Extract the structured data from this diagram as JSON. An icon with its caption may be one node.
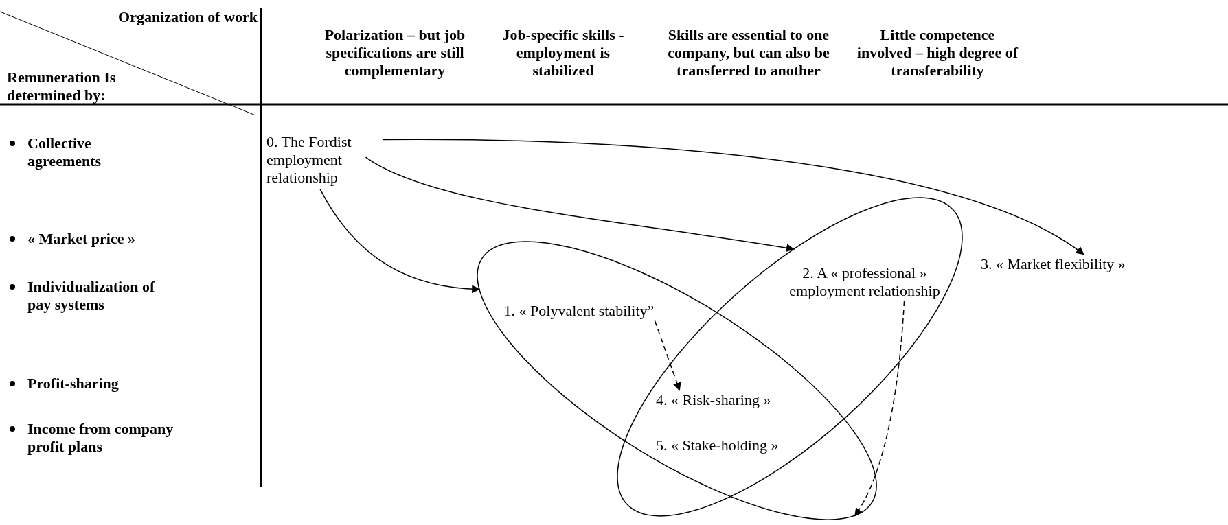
{
  "diagram": {
    "nodes": [
      {
        "text": [
          "0. The Fordist employment relationship"
        ]
      },
      {
        "text": [],
        "shape": "ellipse"
      },
      {
        "text": [
          "2. A « professional » employment relationship"
        ],
        "in": 1
      },
      {
        "text": [
          "3. « Market flexibility »"
        ]
      },
      {
        "text": [],
        "shape": "ellipse"
      },
      {
        "text": [
          "1. « Polyvalent stability”"
        ],
        "in": 4
      },
      {
        "text": [
          "4. « Risk-sharing »"
        ]
      },
      {
        "text": [
          "5. « Stake-holding »"
        ]
      }
    ],
    "edges": [
      {
        "from": 0,
        "to": 3,
        "arrow": "to"
      },
      {
        "from": 0,
        "to": 1,
        "arrow": "to"
      },
      {
        "from": 0,
        "to": 4,
        "arrow": "to"
      },
      {
        "from": 5,
        "to": 6,
        "arrow": "to",
        "style": "dashed"
      },
      {
        "from": 2,
        "to": 4,
        "arrow": "to",
        "style": "dashed"
      }
    ],
    "labels": [
      "Organization of work",
      "Remuneration Is determined by:",
      "Polarization – but job specifications are still complementary",
      "Job-specific skills - employment is stabilized",
      "Skills are essential to one company, but can also be transferred to another",
      "Little competence involved – high degree of transferability",
      "Collective agreements",
      "« Market price »",
      "Individualization of pay systems",
      "Profit-sharing",
      "Income from company profit plans"
    ]
  }
}
